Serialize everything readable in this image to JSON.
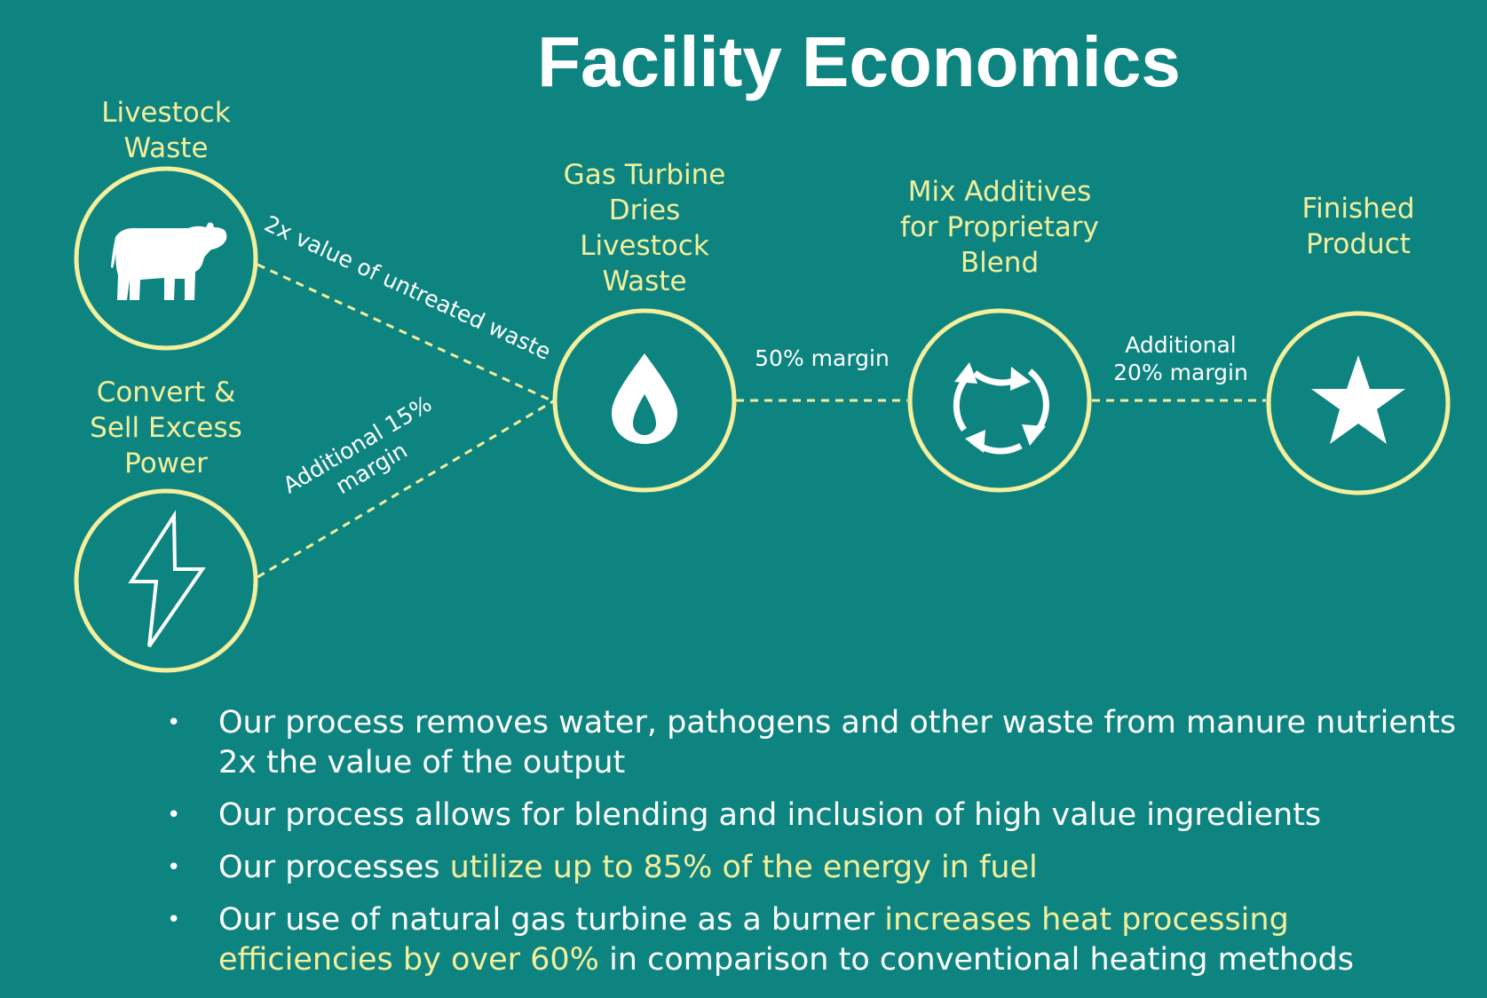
{
  "title": "Facility Economics",
  "colors": {
    "background": "#0e8480",
    "accent": "#f3ef9c",
    "text": "#ffffff"
  },
  "nodes": [
    {
      "id": "livestock",
      "label_lines": [
        "Livestock",
        "Waste"
      ],
      "icon": "cow-icon"
    },
    {
      "id": "power",
      "label_lines": [
        "Convert &",
        "Sell Excess",
        "Power"
      ],
      "icon": "lightning-icon"
    },
    {
      "id": "turbine",
      "label_lines": [
        "Gas Turbine",
        "Dries",
        "Livestock",
        "Waste"
      ],
      "icon": "flame-drop-icon"
    },
    {
      "id": "mix",
      "label_lines": [
        "Mix Additives",
        "for Proprietary",
        "Blend"
      ],
      "icon": "recycle-arrows-icon"
    },
    {
      "id": "finished",
      "label_lines": [
        "Finished",
        "Product"
      ],
      "icon": "star-icon"
    }
  ],
  "edges": [
    {
      "from": "livestock",
      "to": "turbine",
      "label_lines": [
        "2x value of untreated waste"
      ]
    },
    {
      "from": "power",
      "to": "turbine",
      "label_lines": [
        "Additional 15%",
        "margin"
      ]
    },
    {
      "from": "turbine",
      "to": "mix",
      "label_lines": [
        "50% margin"
      ]
    },
    {
      "from": "mix",
      "to": "finished",
      "label_lines": [
        "Additional",
        "20% margin"
      ]
    }
  ],
  "bullets": [
    {
      "segments": [
        {
          "text": "Our process removes water, pathogens and other waste from manure nutrients 2x the value of the output",
          "highlight": false
        }
      ]
    },
    {
      "segments": [
        {
          "text": "Our process allows for blending and inclusion of high value ingredients",
          "highlight": false
        }
      ]
    },
    {
      "segments": [
        {
          "text": "Our processes ",
          "highlight": false
        },
        {
          "text": "utilize up to 85% of the energy in fuel",
          "highlight": true
        }
      ]
    },
    {
      "segments": [
        {
          "text": "Our use of natural gas turbine as a burner ",
          "highlight": false
        },
        {
          "text": "increases heat processing efficiencies by over 60%",
          "highlight": true
        },
        {
          "text": " in comparison to conventional heating methods",
          "highlight": false
        }
      ]
    }
  ]
}
